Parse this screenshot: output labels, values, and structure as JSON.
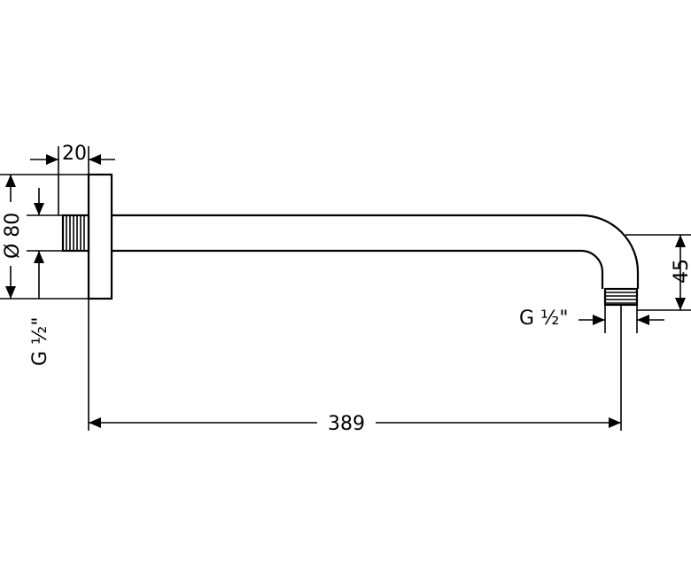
{
  "dimensions": {
    "flange_thickness": "20",
    "flange_diameter": "Ø 80",
    "thread_inlet": "G ½\"",
    "thread_outlet": "G ½\"",
    "drop_height": "45",
    "arm_length": "389"
  }
}
